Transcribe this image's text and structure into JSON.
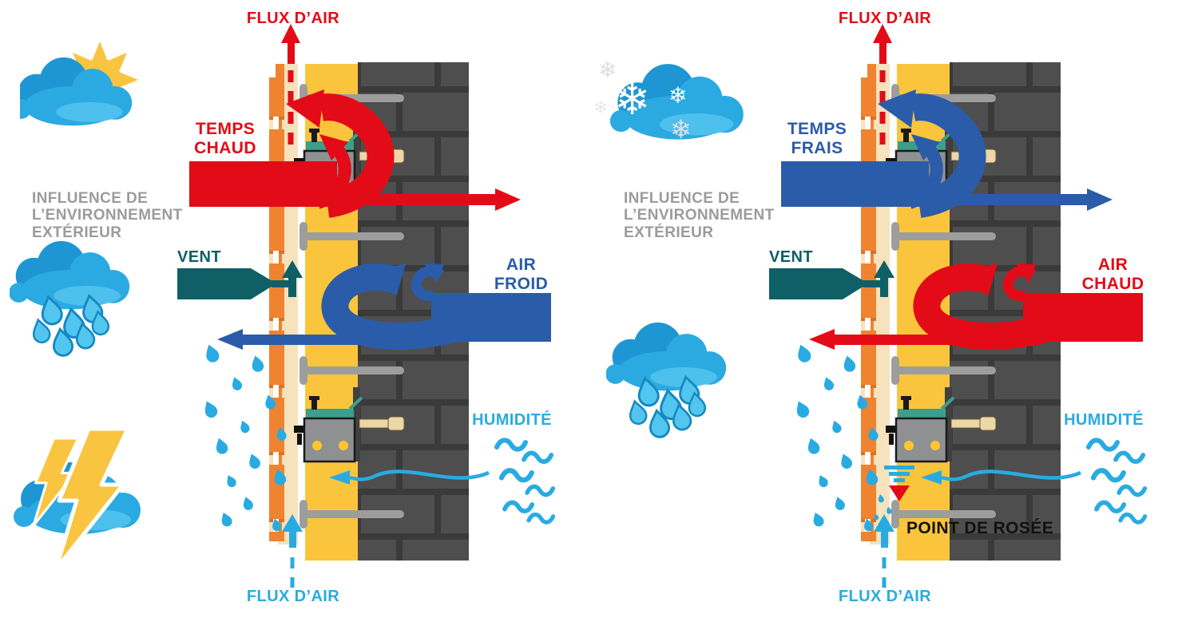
{
  "left_panel": {
    "flux_air_top": "FLUX D’AIR",
    "weather_label": "TEMPS\nCHAUD",
    "influence_label": "INFLUENCE DE\nL’ENVIRONNEMENT\nEXTÉRIEUR",
    "vent_label": "VENT",
    "air_label": "AIR\nFROID",
    "humidity_label": "HUMIDITÉ",
    "flux_air_bottom": "FLUX D’AIR",
    "icons": {
      "top": "sun-behind-cloud-icon",
      "middle": "rain-cloud-icon",
      "bottom": "storm-cloud-icon"
    }
  },
  "right_panel": {
    "flux_air_top": "FLUX D’AIR",
    "weather_label": "TEMPS\nFRAIS",
    "influence_label": "INFLUENCE DE\nL’ENVIRONNEMENT\nEXTÉRIEUR",
    "vent_label": "VENT",
    "air_label": "AIR\nCHAUD",
    "humidity_label": "HUMIDITÉ",
    "dew_point_label": "POINT DE ROSÉE",
    "flux_air_bottom": "FLUX D’AIR",
    "icons": {
      "top": "snow-cloud-icon",
      "middle": "rain-cloud-icon"
    }
  },
  "colors": {
    "hot_red": "#e30b17",
    "cool_blue": "#2b5ca9",
    "light_blue": "#29abe2",
    "wind_teal": "#0e5f66",
    "text_gray": "#9c9b9b",
    "cladding_orange": "#f0832f",
    "batten_cream": "#f6e2bd",
    "insulation_yellow": "#fac53c",
    "brick_gray": "#4e4e4e",
    "mortar_gray": "#3a3a3a",
    "anchor_gray": "#9d9d9c",
    "gasket_green": "#3d9e8c",
    "rivet_yellow": "#ffc62e",
    "screw_beige": "#edd7a8"
  }
}
